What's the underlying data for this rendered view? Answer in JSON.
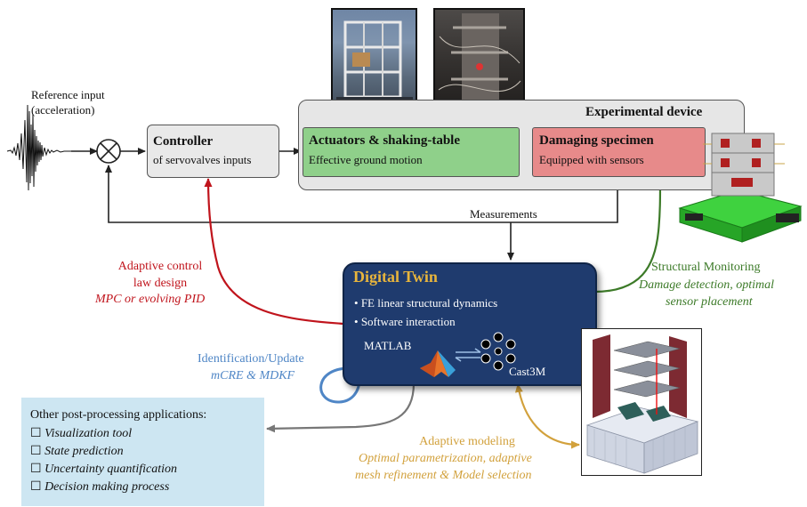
{
  "reference_input": {
    "line1": "Reference input",
    "line2": "(acceleration)"
  },
  "controller": {
    "title": "Controller",
    "subtitle": "of servovalves inputs"
  },
  "experimental_device": {
    "title": "Experimental device"
  },
  "actuators": {
    "title": "Actuators & shaking-table",
    "subtitle": "Effective ground motion"
  },
  "specimen": {
    "title": "Damaging specimen",
    "subtitle": "Equipped with sensors"
  },
  "measurements_label": "Measurements",
  "digital_twin": {
    "title": "Digital Twin",
    "bullets": [
      "FE linear structural dynamics",
      "Software interaction"
    ],
    "matlab_label": "MATLAB",
    "cast3m_label": "Cast3M"
  },
  "adaptive_control": {
    "line1": "Adaptive control",
    "line2": "law design",
    "line3": "MPC or evolving PID"
  },
  "structural_monitoring": {
    "line1": "Structural Monitoring",
    "line2": "Damage detection, optimal",
    "line3": "sensor placement"
  },
  "identification": {
    "line1": "Identification/Update",
    "line2": "mCRE & MDKF"
  },
  "adaptive_modeling": {
    "line1": "Adaptive modeling",
    "line2": "Optimal parametrization, adaptive",
    "line3": "mesh refinement & Model selection"
  },
  "post_processing": {
    "title": "Other post-processing applications:",
    "items": [
      "Visualization tool",
      "State prediction",
      "Uncertainty quantification",
      "Decision making process"
    ]
  },
  "colors": {
    "control_red": "#c0141c",
    "monitoring_green": "#3c7a28",
    "identification_blue": "#4f86c6",
    "modeling_gold": "#d2a13c",
    "twin_navy": "#1f3b6e",
    "twin_title_gold": "#e8b53c",
    "actuators_green": "#8fd08a",
    "specimen_red": "#e78a8a",
    "post_box_blue": "#cde6f2"
  },
  "icons": [
    "seismic-signal-icon",
    "summing-junction-icon",
    "matlab-logo-icon",
    "cast3m-logo-icon",
    "bidirectional-arrow-icon",
    "checkbox-icon"
  ]
}
